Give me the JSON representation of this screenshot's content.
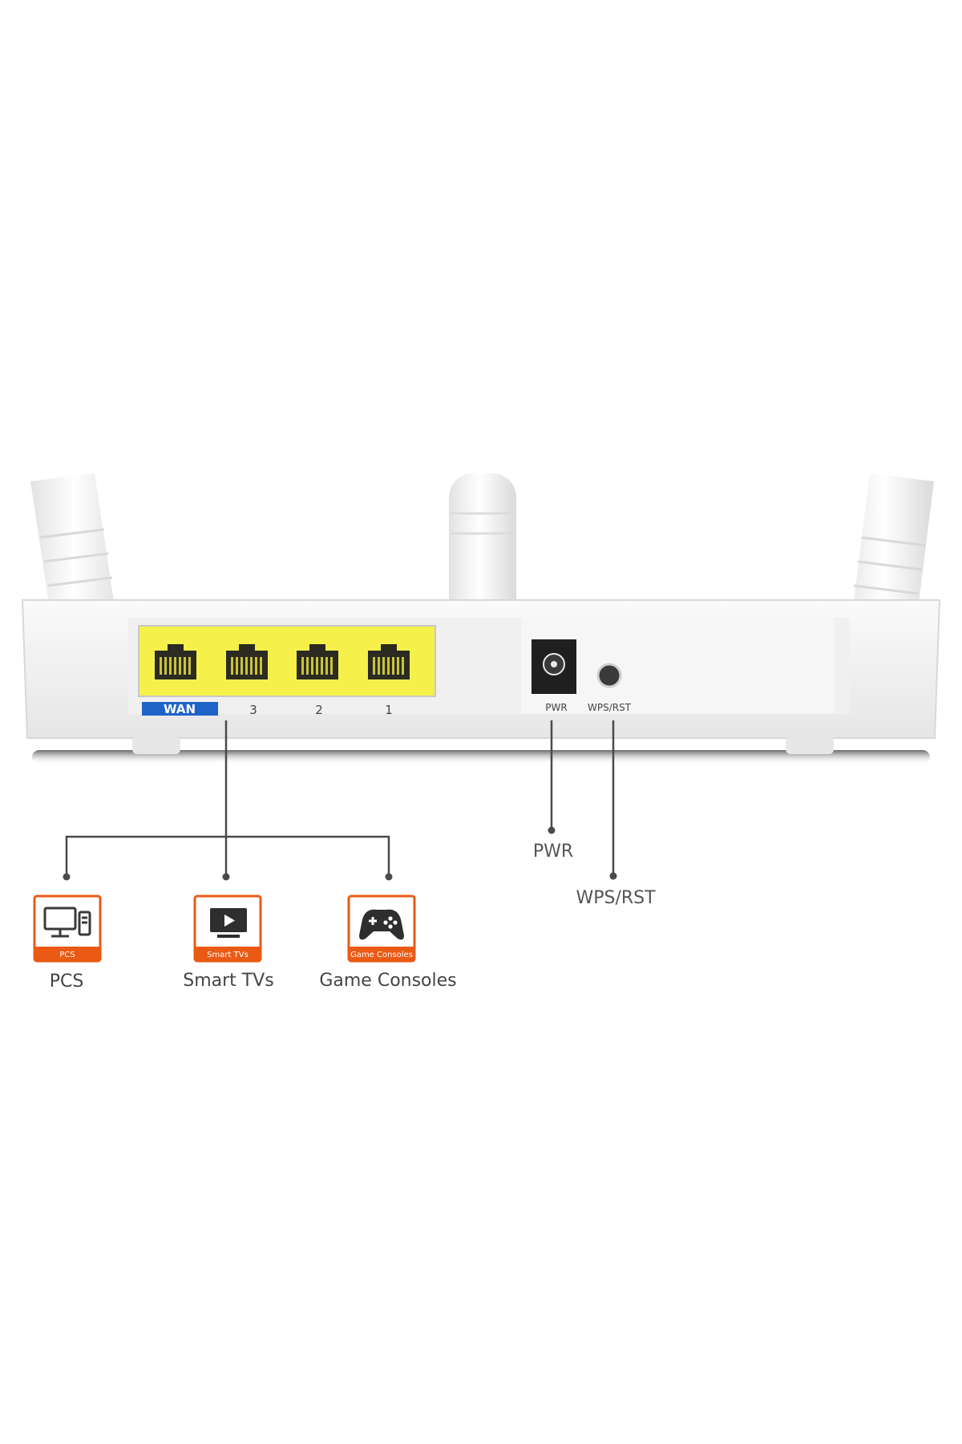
{
  "router": {
    "ports": {
      "wan_label": "WAN",
      "lan_labels": [
        "3",
        "2",
        "1"
      ]
    },
    "panel": {
      "pwr_label": "PWR",
      "wps_label": "WPS/RST"
    }
  },
  "callouts": {
    "pwr": "PWR",
    "wps": "WPS/RST"
  },
  "devices": [
    {
      "badge": "PCS",
      "label": "PCS",
      "icon": "desktop-computer-icon"
    },
    {
      "badge": "Smart TVs",
      "label": "Smart TVs",
      "icon": "smart-tv-icon"
    },
    {
      "badge": "Game Consoles",
      "label": "Game Consoles",
      "icon": "game-controller-icon"
    }
  ],
  "colors": {
    "port_yellow": "#f5f04a",
    "wan_blue": "#1f63c9",
    "badge_orange": "#ea5a14",
    "line_dark": "#4a4a4a",
    "router_white": "#f3f3f3"
  }
}
